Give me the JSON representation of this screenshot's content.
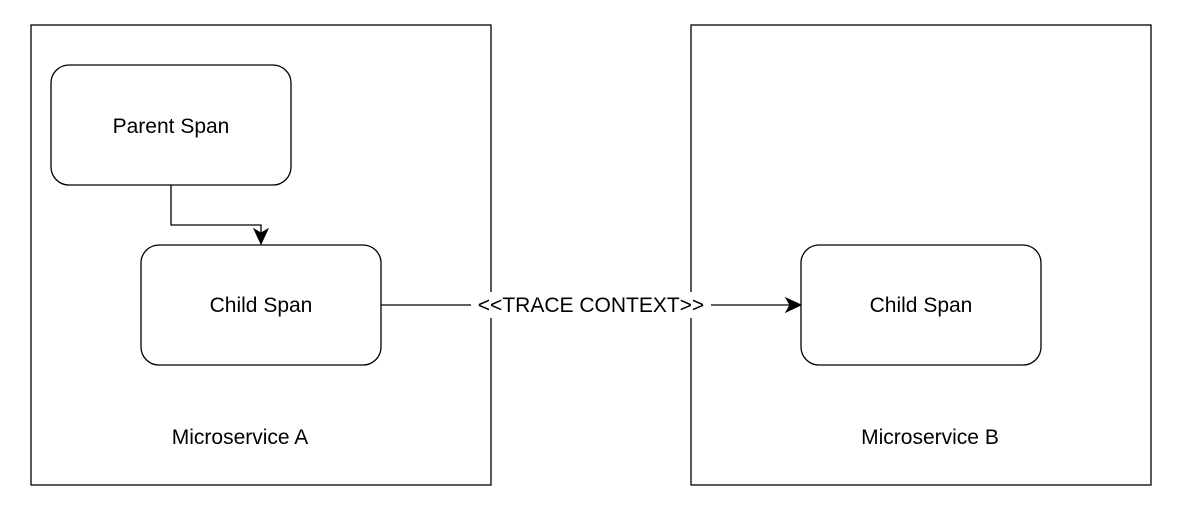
{
  "diagram": {
    "containers": {
      "a": {
        "label": "Microservice A"
      },
      "b": {
        "label": "Microservice B"
      }
    },
    "nodes": {
      "parent_span": {
        "label": "Parent Span"
      },
      "child_span_a": {
        "label": "Child Span"
      },
      "child_span_b": {
        "label": "Child Span"
      }
    },
    "edges": {
      "parent_to_child": {
        "from": "Parent Span",
        "to": "Child Span"
      },
      "trace_context": {
        "from": "Child Span",
        "to": "Child Span",
        "label": "<<TRACE CONTEXT>>"
      }
    },
    "colors": {
      "stroke": "#000000",
      "fill": "#ffffff",
      "text": "#000000"
    }
  }
}
